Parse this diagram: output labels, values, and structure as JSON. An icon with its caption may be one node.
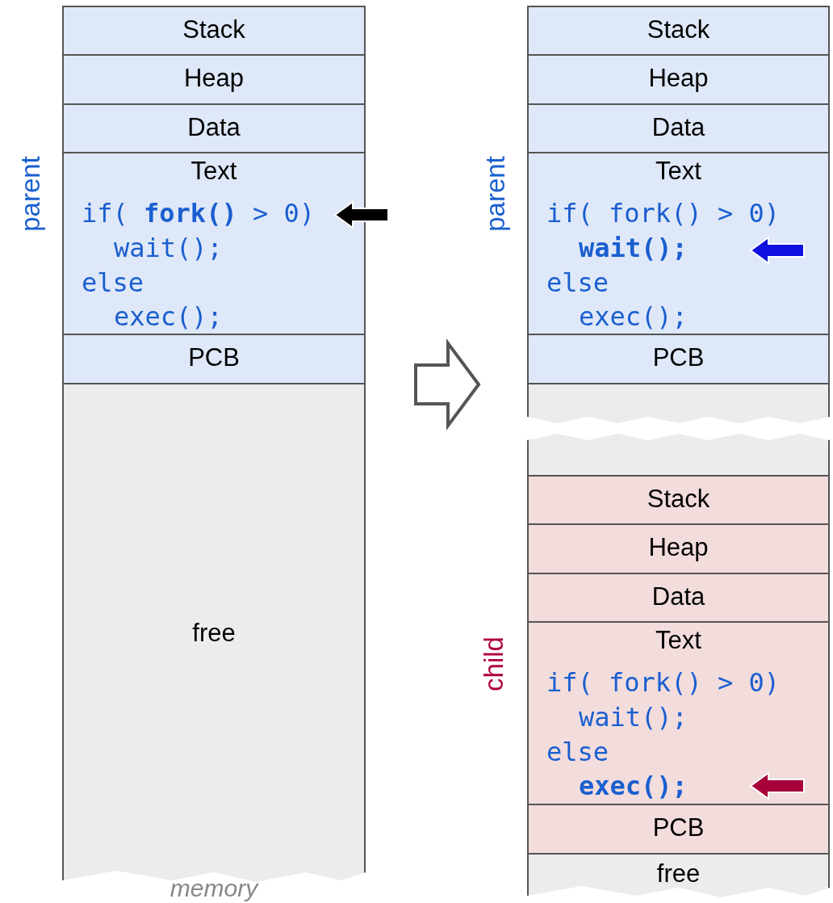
{
  "diagram": {
    "nodes": [
      {
        "text": [],
        "shape": "box"
      },
      {
        "text": [
          "Stack"
        ],
        "in": 0
      },
      {
        "text": [
          "Heap"
        ],
        "in": 0
      },
      {
        "text": [
          "Data"
        ],
        "in": 0
      },
      {
        "text": [
          "Text",
          "if( **fork()** > 0)",
          "wait();",
          "else",
          "exec();"
        ],
        "in": 0
      },
      {
        "text": [
          "PCB"
        ],
        "in": 0
      },
      {
        "text": [
          "free"
        ],
        "in": 0
      },
      {
        "text": [],
        "shape": "box"
      },
      {
        "text": [
          "Stack"
        ],
        "in": 7
      },
      {
        "text": [
          "Heap"
        ],
        "in": 7
      },
      {
        "text": [
          "Data"
        ],
        "in": 7
      },
      {
        "text": [
          "Text",
          "if( fork() > 0)",
          "wait();",
          "else",
          "exec();"
        ],
        "in": 7
      },
      {
        "text": [
          "PCB"
        ],
        "in": 7
      },
      {
        "text": [],
        "shape": "box",
        "in": 7
      },
      {
        "text": [],
        "shape": "box",
        "in": 7
      },
      {
        "text": [
          "Stack"
        ],
        "in": 7
      },
      {
        "text": [
          "Heap"
        ],
        "in": 7
      },
      {
        "text": [
          "Data"
        ],
        "in": 7
      },
      {
        "text": [
          "Text",
          "if( fork() > 0)",
          "wait();",
          "else",
          "exec();"
        ],
        "in": 7
      },
      {
        "text": [
          "PCB"
        ],
        "in": 7
      },
      {
        "text": [
          "free"
        ],
        "in": 7
      }
    ],
    "edges": [
      {
        "from": 0,
        "to": 7,
        "arrow": "to",
        "style": "thick"
      }
    ],
    "labels": [
      "parent",
      "parent",
      "child",
      "memory"
    ]
  }
}
